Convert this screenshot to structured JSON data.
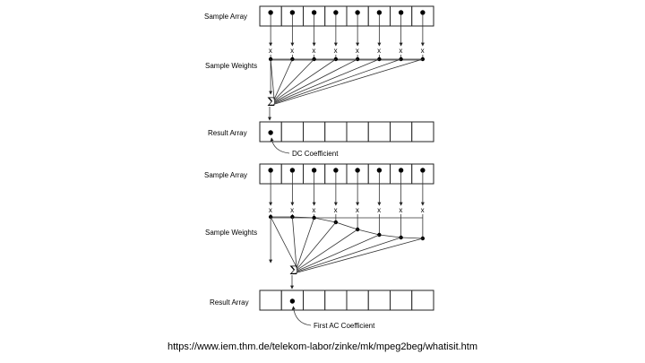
{
  "panel_top": {
    "sample_array_label": "Sample Array",
    "sample_weights_label": "Sample Weights",
    "result_array_label": "Result Array",
    "multiply_symbol": "x",
    "sum_symbol": "Σ",
    "coefficient_label": "DC Coefficient"
  },
  "panel_bottom": {
    "sample_array_label": "Sample Array",
    "sample_weights_label": "Sample Weights",
    "result_array_label": "Result Array",
    "multiply_symbol": "x",
    "sum_symbol": "Σ",
    "coefficient_label": "First AC Coefficient"
  },
  "source_url": "https://www.iem.thm.de/telekom-labor/zinke/mk/mpeg2beg/whatisit.htm"
}
